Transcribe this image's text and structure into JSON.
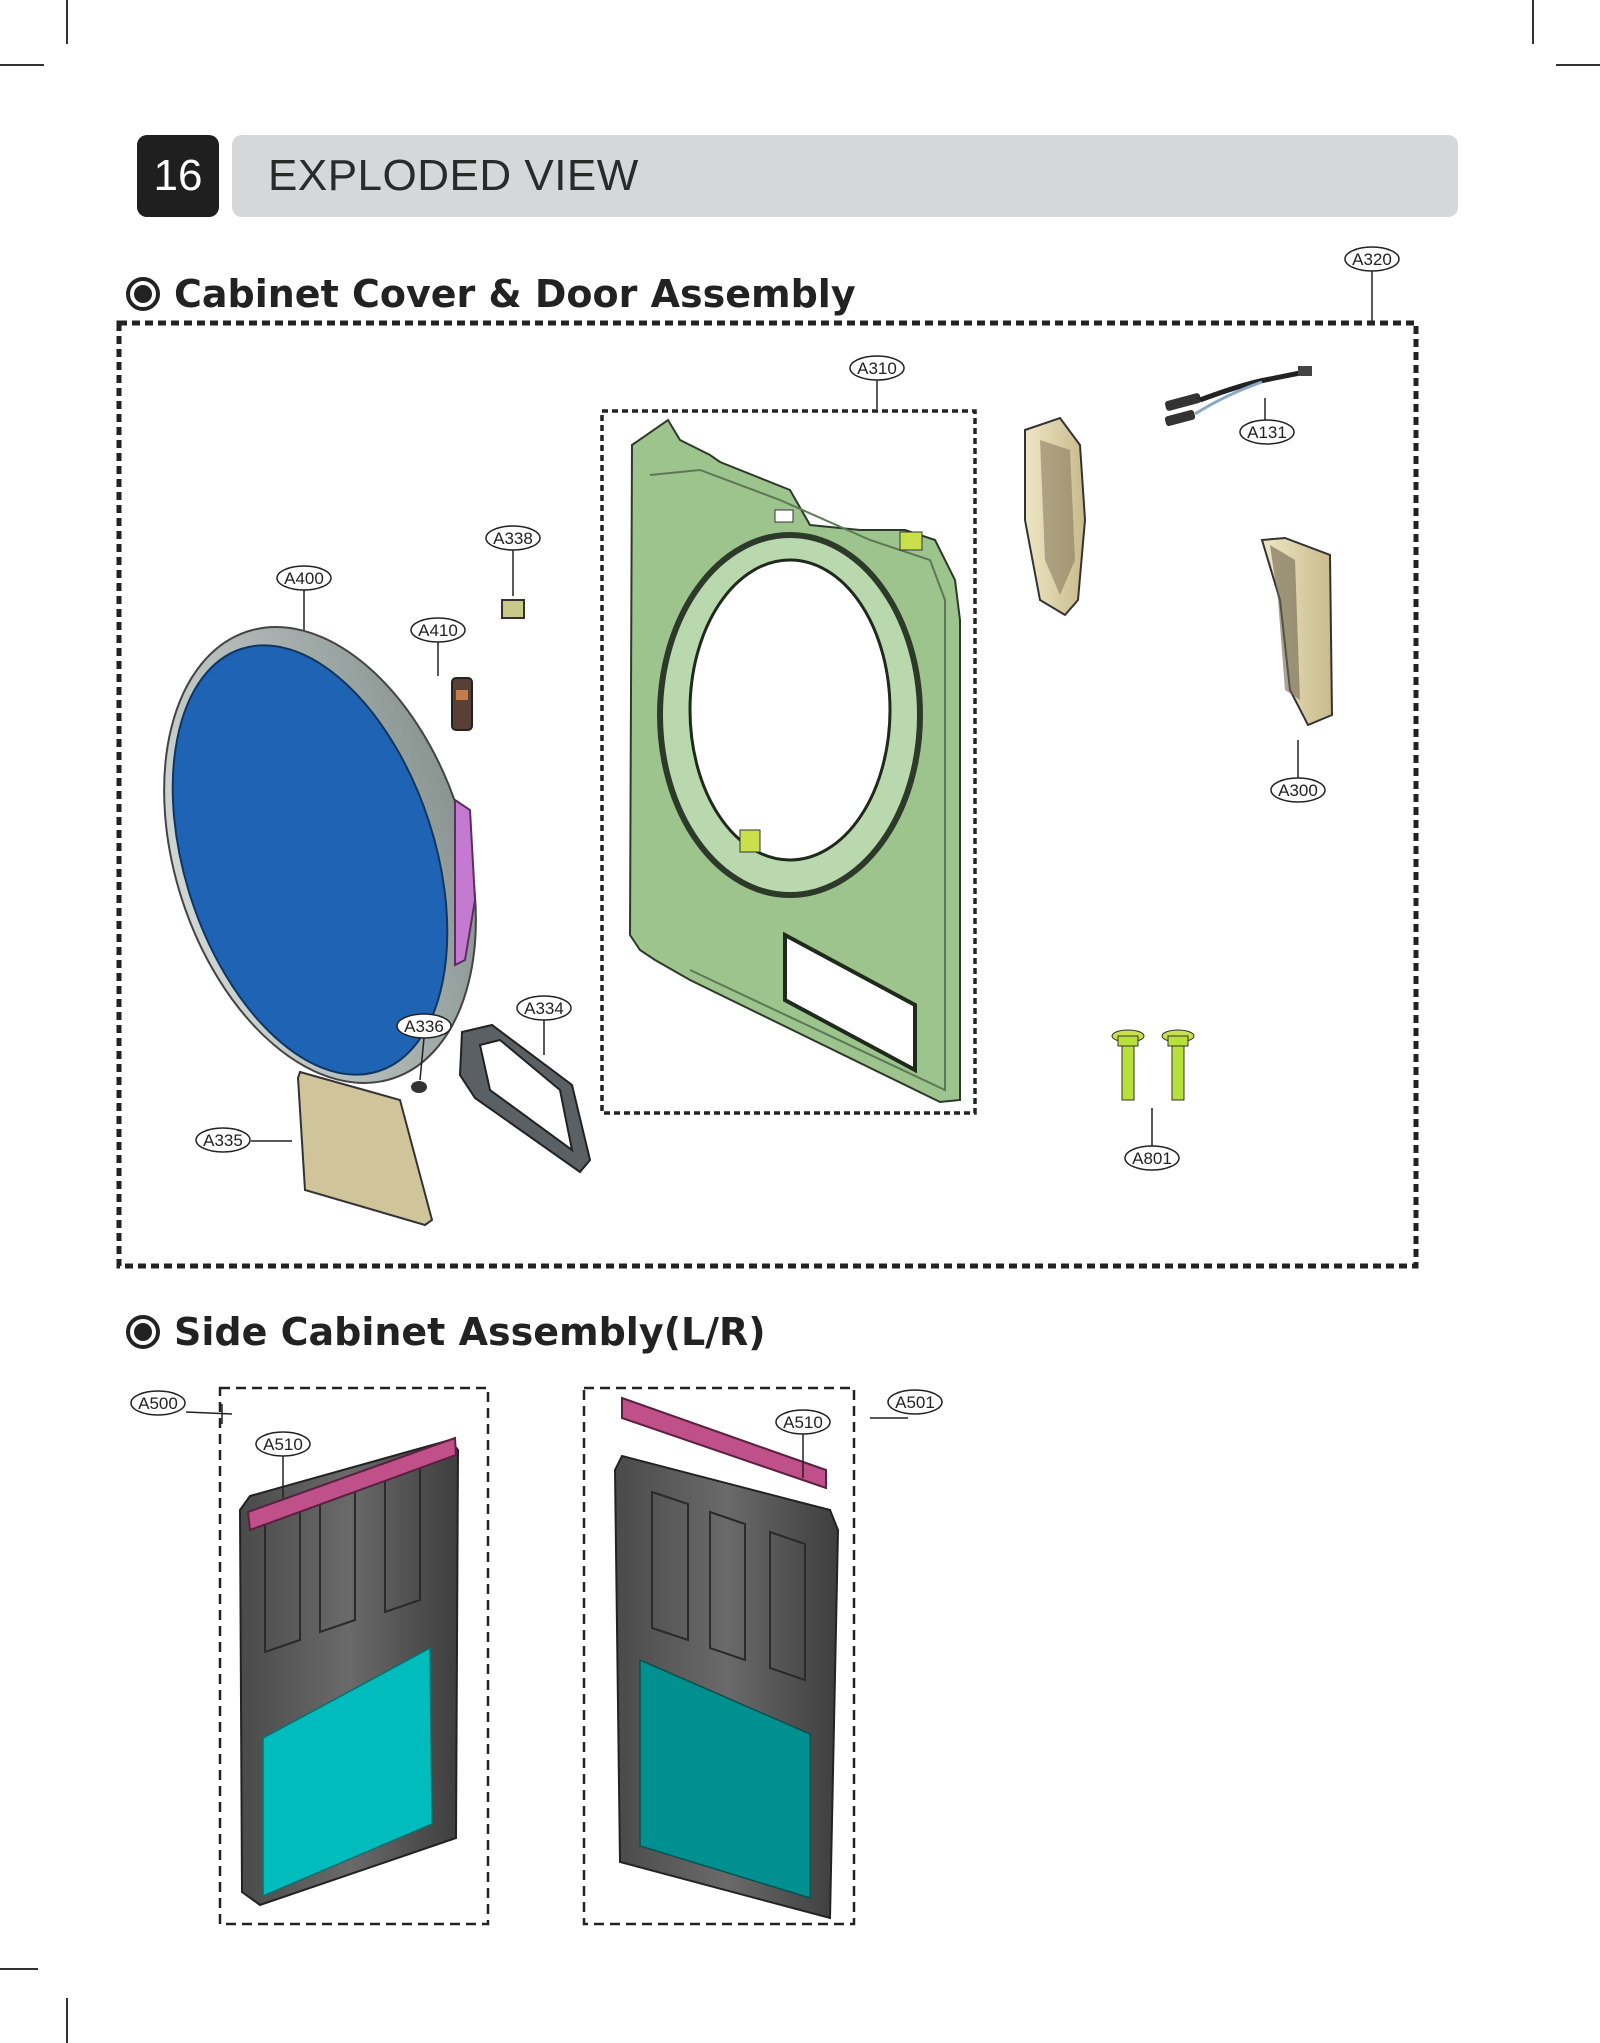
{
  "page": {
    "number": "16",
    "title": "EXPLODED VIEW"
  },
  "sections": [
    {
      "heading": "Cabinet Cover & Door Assembly",
      "callouts": [
        "A320",
        "A310",
        "A131",
        "A338",
        "A400",
        "A410",
        "A300",
        "A334",
        "A336",
        "A335",
        "A801"
      ]
    },
    {
      "heading": "Side Cabinet Assembly(L/R)",
      "callouts": [
        "A500",
        "A510",
        "A510",
        "A501"
      ]
    }
  ],
  "colors": {
    "door_glass": "#1f64b4",
    "front_panel": "#9cc48c",
    "side_insulation_left": "#00bcbc",
    "side_insulation_right": "#009090",
    "bracket": "#c0508a",
    "screw": "#b8e03a",
    "side_panel": "#555555"
  }
}
